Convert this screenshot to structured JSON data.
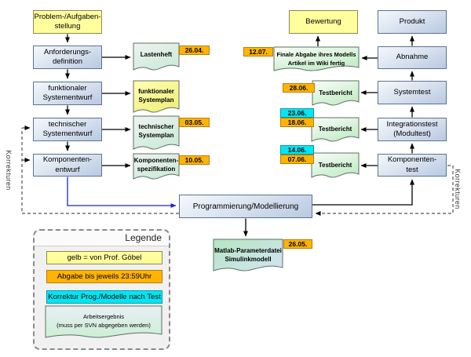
{
  "colors": {
    "yellow_fill": "#ffff9e",
    "orange_fill": "#ffb405",
    "cyan_fill": "#00e7f2",
    "blue_box_light": "#f4f8fc",
    "blue_box_dark": "#b9c9e1",
    "doc_green": "#c9edcb",
    "correction_arrow_blue": "#2222cc"
  },
  "left_flow": {
    "boxes": [
      {
        "label": "Problem-/Aufgaben-\nstellung"
      },
      {
        "label": "Anforderungs-\ndefinition"
      },
      {
        "label": "funktionaler\nSystementwurf"
      },
      {
        "label": "technischer\nSystementwurf"
      },
      {
        "label": "Komponenten-\nentwurf"
      }
    ],
    "docs": [
      {
        "label": "Lastenheft",
        "date": "26.04."
      },
      {
        "label": "funktionaler\nSystemplan"
      },
      {
        "label": "technischer\nSystemplan",
        "date": "03.05."
      },
      {
        "label": "Komponenten-\nspezifikation",
        "date": "10.05."
      }
    ]
  },
  "right_flow": {
    "boxes": [
      {
        "label": "Bewertung"
      },
      {
        "label": "Produkt"
      },
      {
        "label": "Abnahme"
      },
      {
        "label": "Systemtest"
      },
      {
        "label": "Integrationstest\n(Modultest)"
      },
      {
        "label": "Komponenten-\ntest"
      }
    ],
    "docs": [
      {
        "label": "Finale Abgabe ihres Modells\nArtikel im Wiki fertig",
        "date": "12.07."
      },
      {
        "label": "Testbericht",
        "date": "28.06."
      },
      {
        "label": "Testbericht",
        "date_correction": "23.06.",
        "date": "18.06."
      },
      {
        "label": "Testbericht",
        "date_correction": "14.06.",
        "date": "07.06."
      }
    ]
  },
  "center": {
    "programming": {
      "label": "Programmierung/Modellierung"
    },
    "doc": {
      "label": "Matlab-Parameterdatei\nSimulinkmodell",
      "date": "26.05."
    }
  },
  "side_labels": {
    "left": "Korrekturen",
    "right": "Korrekturen"
  },
  "legend": {
    "title": "Legende",
    "items": [
      {
        "label": "gelb = von Prof. Göbel"
      },
      {
        "label": "Abgabe bis jeweils 23:59Uhr"
      },
      {
        "label": "Korrektur Prog./Modelle nach Test"
      },
      {
        "label": "Arbeitsergebnis\n(muss per SVN abgegeben werden)"
      }
    ]
  }
}
